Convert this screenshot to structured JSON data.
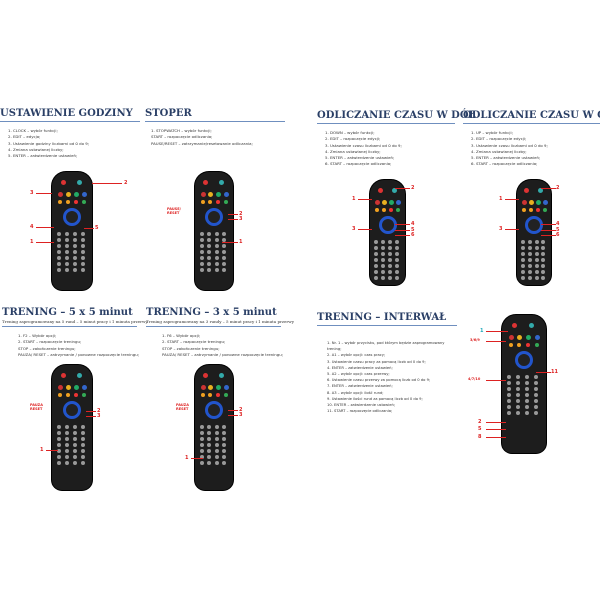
{
  "sections": [
    {
      "title": "USTAWIENIE GODZINY",
      "items": [
        "1.   CLOCK – wybór funkcji;",
        "2.   EDIT – edycja;",
        "3.   Ustawienie godziny liczbami od 0 do 9;",
        "4.   Zmiana ustawianej liczby;",
        "5.   ENTER – zatwierdzenie ustawień;"
      ],
      "labels": [
        "3",
        "2",
        "4",
        "5",
        "1"
      ]
    },
    {
      "title": "STOPER",
      "items": [
        "1.   STOPWATCH – wybór funkcji;",
        "START – rozpoczęcie odliczania;",
        "PAUSE/RESET – zatrzymanie/resetowanie odliczania;"
      ],
      "labels": [
        "PAUSE/ RESET",
        "2",
        "3",
        "1"
      ]
    },
    {
      "title": "ODLICZANIE CZASU W DÓŁ",
      "items": [
        "1.   DOWN – wybór funkcji;",
        "2.   EDIT – rozpoczęcie edycji;",
        "3.   Ustawienie czasu liczbami od 0 do 9;",
        "4.   Zmiana ustawianej liczby;",
        "5.   ENTER – zatwierdzenie ustawień;",
        "6.   START – rozpoczęcie odliczania;"
      ],
      "labels": [
        "1",
        "2",
        "3",
        "4",
        "5",
        "6"
      ]
    },
    {
      "title": "ODLICZANIE CZASU W GÓRĘ",
      "items": [
        "1.   UP – wybór funkcji;",
        "2.   EDIT – rozpoczęcie edycji;",
        "3.   Ustawienie czasu liczbami od 0 do 9;",
        "4.   Zmiana ustawianej liczby;",
        "5.   ENTER – zatwierdzenie ustawień;",
        "6.   START – rozpoczęcie odliczania;"
      ],
      "labels": [
        "1",
        "2",
        "3",
        "4",
        "5",
        "6"
      ]
    },
    {
      "title": "TRENING – 5 x 5 minut",
      "subtitle": "Trening zaprogramowany na 5 rund – 5 minut pracy i 1 minuta przerwy",
      "items": [
        "1.   F2 – Wybór opcji;",
        "2.   START – rozpoczęcie treningu;",
        "      STOP – zakończenie treningu;",
        "      PAUZA/ RESET – zatrzymanie / ponowne rozpoczęcie treningu;"
      ],
      "labels": [
        "PAUZA RESET",
        "2",
        "3",
        "1"
      ]
    },
    {
      "title": "TRENING – 3 x 5 minut",
      "subtitle": "Trening zaprogramowany na 3 rundy – 5 minut pracy i 1 minuta przerwy",
      "items": [
        "1.   F6 – Wybór opcji;",
        "2.   START – rozpoczęcie treningu;",
        "      STOP – zakończenie treningu;",
        "      PAUZA/ RESET – zatrzymanie / ponowne rozpoczęcie treningu;"
      ],
      "labels": [
        "PAUZA RESET",
        "2",
        "3",
        "1"
      ]
    },
    {
      "title": "TRENING – INTERWAŁ",
      "items": [
        "1.   Nr. 1 – wybór przycisku, pod którym będzie zaprogramowany",
        "      trening;",
        "2.   A1 – wybór opcji: czas pracy;",
        "3.   Ustawienie czasu pracy za pomocą liczb od 0 do 9;",
        "4.   ENTER – zatwierdzenie ustawień;",
        "5.   A2 – wybór opcji: czas przerwy;",
        "6.   Ustawienie czasu przerwy za pomocą liczb od 0 do 9;",
        "7.   ENTER – zatwierdzenie ustawień;",
        "8.   A3 – wybór opcji: ilość rund;",
        "9.   Ustawienie ilości rund za pomocą liczb od 0 do 9;",
        "10. ENTER – zatwierdzenie ustawień;",
        "11. START – rozpoczęcie odliczania;"
      ],
      "labels": [
        "1",
        "3/6/9",
        "4/7/10",
        "11",
        "2",
        "5",
        "8"
      ]
    }
  ]
}
